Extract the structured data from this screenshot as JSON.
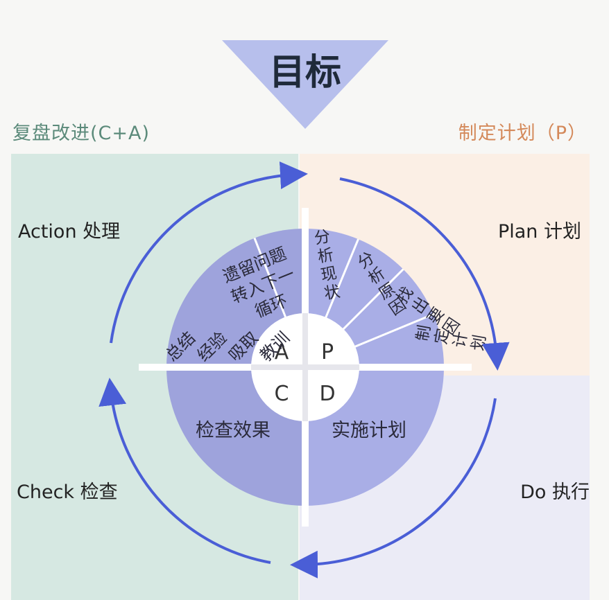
{
  "goal": "目标",
  "left_header": "复盘改进(C+A)",
  "right_header": "制定计划（P）",
  "phases": {
    "action": "Action 处理",
    "plan": "Plan 计划",
    "check": "Check 检查",
    "do": "Do 执行"
  },
  "center": {
    "a": "A",
    "p": "P",
    "c": "C",
    "d": "D"
  },
  "plan_steps": [
    [
      "分",
      "析",
      "现",
      "状"
    ],
    [
      "分",
      "析",
      "原",
      "因"
    ],
    [
      "找",
      "出",
      "要",
      "因"
    ],
    [
      "制",
      "定",
      "计",
      "划"
    ]
  ],
  "action_steps": [
    [
      "遗留问题",
      "转入下一",
      "循环"
    ],
    [
      "总结",
      "经验",
      "吸取",
      "教训"
    ]
  ],
  "check_text": "检查效果",
  "do_text": "实施计划",
  "colors": {
    "quad_left": "#d6e8e2",
    "quad_plan": "#fbefe5",
    "quad_do": "#ebebf6",
    "wedge": "#a9aee6",
    "wedge_dark": "#9ea3dc",
    "center": "#ffffff",
    "arrow": "#4a5ed6",
    "triangle": "#b7bfec"
  }
}
